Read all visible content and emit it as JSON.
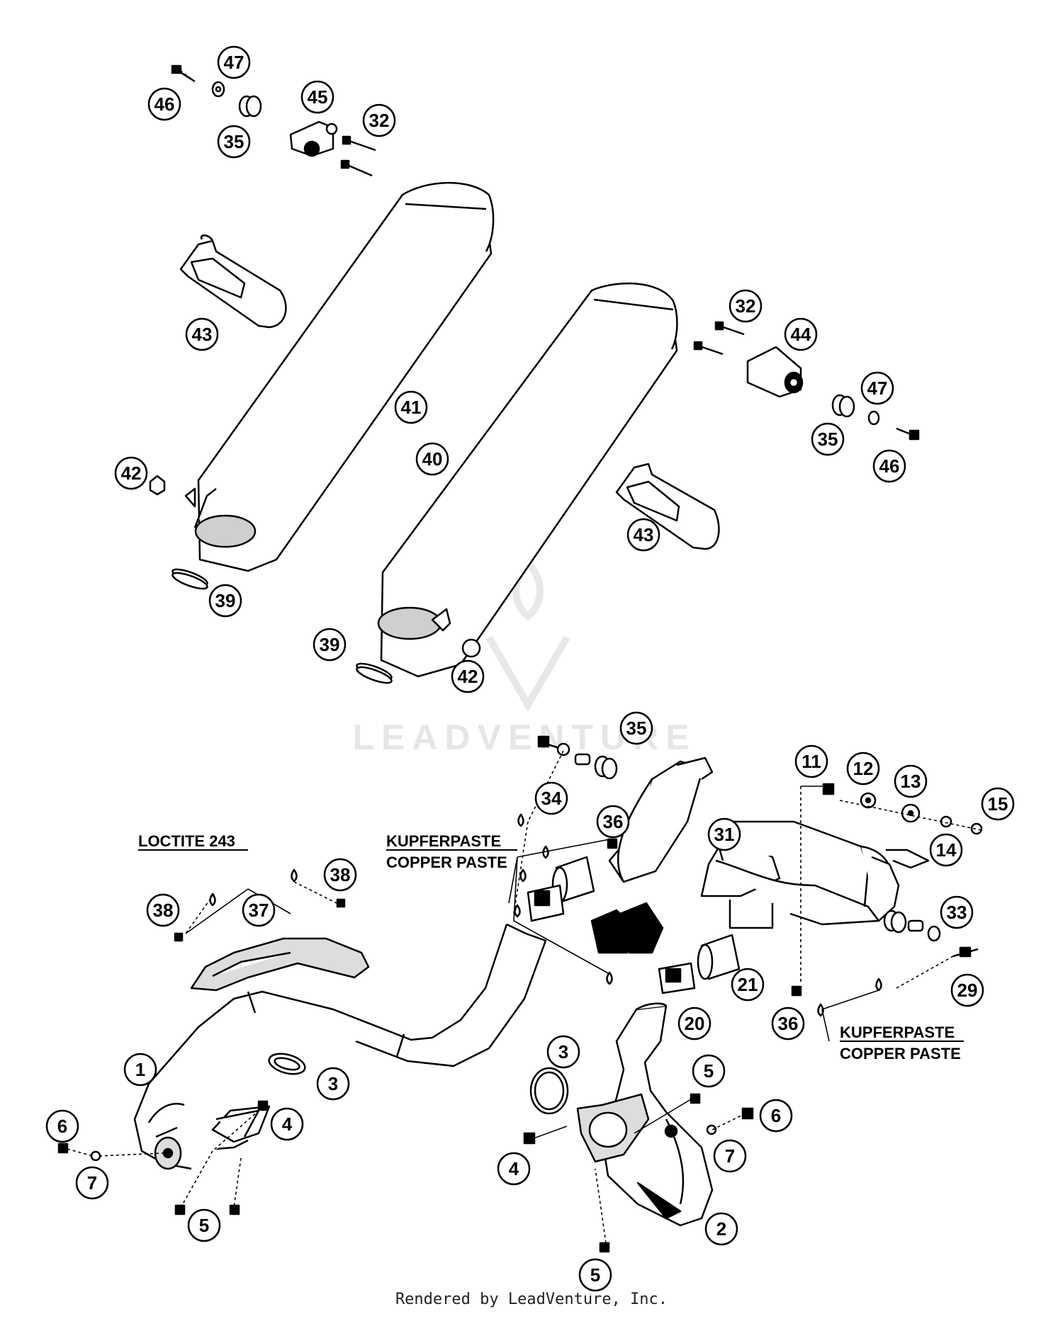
{
  "diagram": {
    "watermark": "LEADVENTURE",
    "notes": {
      "loctite": "LOCTITE 243",
      "paste_1_de": "KUPFERPASTE",
      "paste_1_en": "COPPER PASTE",
      "paste_2_de": "KUPFERPASTE",
      "paste_2_en": "COPPER PASTE"
    },
    "callouts": [
      "47",
      "46",
      "35",
      "45",
      "32",
      "43",
      "41",
      "40",
      "42",
      "39",
      "32",
      "44",
      "47",
      "35",
      "46",
      "43",
      "39",
      "42",
      "35",
      "34",
      "36",
      "31",
      "11",
      "12",
      "13",
      "15",
      "14",
      "33",
      "21",
      "29",
      "20",
      "36",
      "37",
      "38",
      "38",
      "1",
      "3",
      "4",
      "6",
      "7",
      "5",
      "3",
      "5",
      "6",
      "7",
      "4",
      "2",
      "5"
    ]
  },
  "footer": "Rendered by LeadVenture, Inc.",
  "colors": {
    "line": "#000000",
    "watermark": "#e6e6e6",
    "background": "#ffffff"
  }
}
